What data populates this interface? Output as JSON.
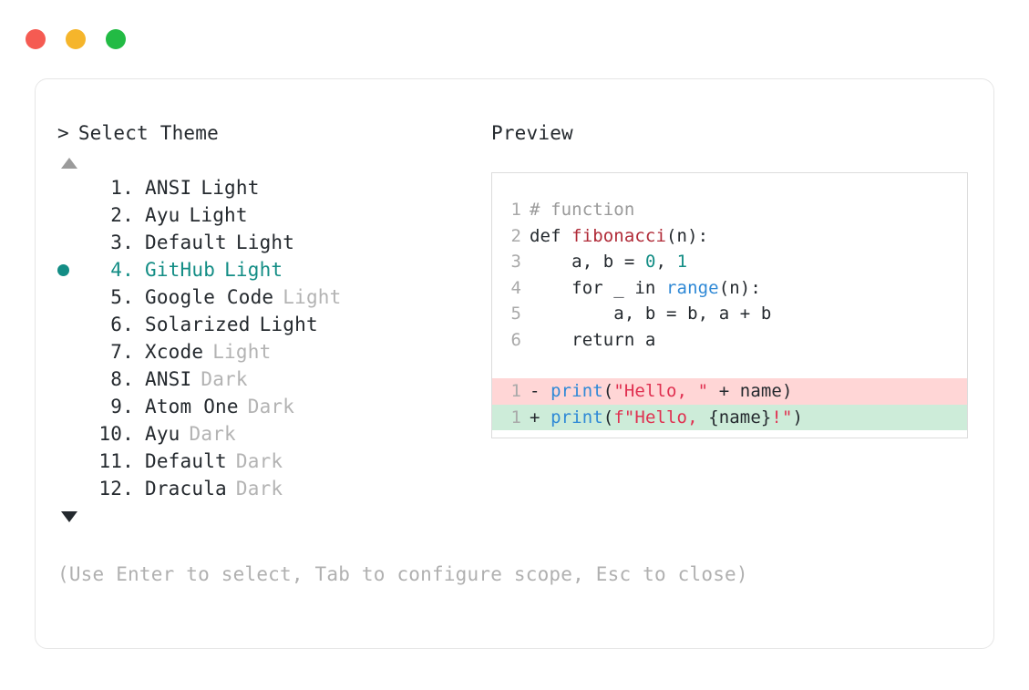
{
  "window": {
    "traffic_lights": [
      {
        "name": "close-button",
        "color": "#f55b52"
      },
      {
        "name": "minimize-button",
        "color": "#f5b52b"
      },
      {
        "name": "maximize-button",
        "color": "#22bb44"
      }
    ]
  },
  "accent_color": "#138d85",
  "selector": {
    "prompt_caret": ">",
    "title": "Select Theme",
    "scroll_up_glyph": "▲",
    "scroll_down_glyph": "▼",
    "scroll_up_enabled": false,
    "scroll_down_enabled": true,
    "selected_index": 4,
    "selected_bullet": "●",
    "items": [
      {
        "index": " 1.",
        "name": "ANSI",
        "variant": "Light",
        "variant_muted": false,
        "selected": false
      },
      {
        "index": " 2.",
        "name": "Ayu",
        "variant": "Light",
        "variant_muted": false,
        "selected": false
      },
      {
        "index": " 3.",
        "name": "Default",
        "variant": "Light",
        "variant_muted": false,
        "selected": false
      },
      {
        "index": " 4.",
        "name": "GitHub",
        "variant": "Light",
        "variant_muted": false,
        "selected": true
      },
      {
        "index": " 5.",
        "name": "Google Code",
        "variant": "Light",
        "variant_muted": true,
        "selected": false
      },
      {
        "index": " 6.",
        "name": "Solarized",
        "variant": "Light",
        "variant_muted": false,
        "selected": false
      },
      {
        "index": " 7.",
        "name": "Xcode",
        "variant": "Light",
        "variant_muted": true,
        "selected": false
      },
      {
        "index": " 8.",
        "name": "ANSI",
        "variant": "Dark",
        "variant_muted": true,
        "selected": false
      },
      {
        "index": " 9.",
        "name": "Atom One",
        "variant": "Dark",
        "variant_muted": true,
        "selected": false
      },
      {
        "index": "10.",
        "name": "Ayu",
        "variant": "Dark",
        "variant_muted": true,
        "selected": false
      },
      {
        "index": "11.",
        "name": "Default",
        "variant": "Dark",
        "variant_muted": true,
        "selected": false
      },
      {
        "index": "12.",
        "name": "Dracula",
        "variant": "Dark",
        "variant_muted": true,
        "selected": false
      }
    ]
  },
  "preview": {
    "label": "Preview",
    "code_lines": [
      {
        "gutter": "1",
        "tokens": [
          {
            "t": "# function",
            "c": "tok-comment"
          }
        ]
      },
      {
        "gutter": "2",
        "tokens": [
          {
            "t": "def ",
            "c": "tok-keyword"
          },
          {
            "t": "fibonacci",
            "c": "tok-func"
          },
          {
            "t": "(n):",
            "c": "tok-plain"
          }
        ]
      },
      {
        "gutter": "3",
        "tokens": [
          {
            "t": "    a, b = ",
            "c": "tok-plain"
          },
          {
            "t": "0",
            "c": "tok-number"
          },
          {
            "t": ", ",
            "c": "tok-plain"
          },
          {
            "t": "1",
            "c": "tok-number"
          }
        ]
      },
      {
        "gutter": "4",
        "tokens": [
          {
            "t": "    for _ in ",
            "c": "tok-plain"
          },
          {
            "t": "range",
            "c": "tok-builtin"
          },
          {
            "t": "(n):",
            "c": "tok-plain"
          }
        ]
      },
      {
        "gutter": "5",
        "tokens": [
          {
            "t": "        a, b = b, a + b",
            "c": "tok-plain"
          }
        ]
      },
      {
        "gutter": "6",
        "tokens": [
          {
            "t": "    return a",
            "c": "tok-plain"
          }
        ]
      }
    ],
    "diff_lines": [
      {
        "gutter": "1",
        "sign": "-",
        "kind": "diff-del",
        "tokens": [
          {
            "t": "print",
            "c": "tok-builtin"
          },
          {
            "t": "(",
            "c": "tok-plain"
          },
          {
            "t": "\"Hello, \"",
            "c": "tok-string"
          },
          {
            "t": " + name)",
            "c": "tok-plain"
          }
        ]
      },
      {
        "gutter": "1",
        "sign": "+",
        "kind": "diff-add",
        "tokens": [
          {
            "t": "print",
            "c": "tok-builtin"
          },
          {
            "t": "(",
            "c": "tok-plain"
          },
          {
            "t": "f\"Hello, ",
            "c": "tok-string"
          },
          {
            "t": "{name}",
            "c": "tok-plain"
          },
          {
            "t": "!\"",
            "c": "tok-string"
          },
          {
            "t": ")",
            "c": "tok-plain"
          }
        ]
      }
    ]
  },
  "footer": {
    "hint": "(Use Enter to select, Tab to configure scope, Esc to close)"
  }
}
